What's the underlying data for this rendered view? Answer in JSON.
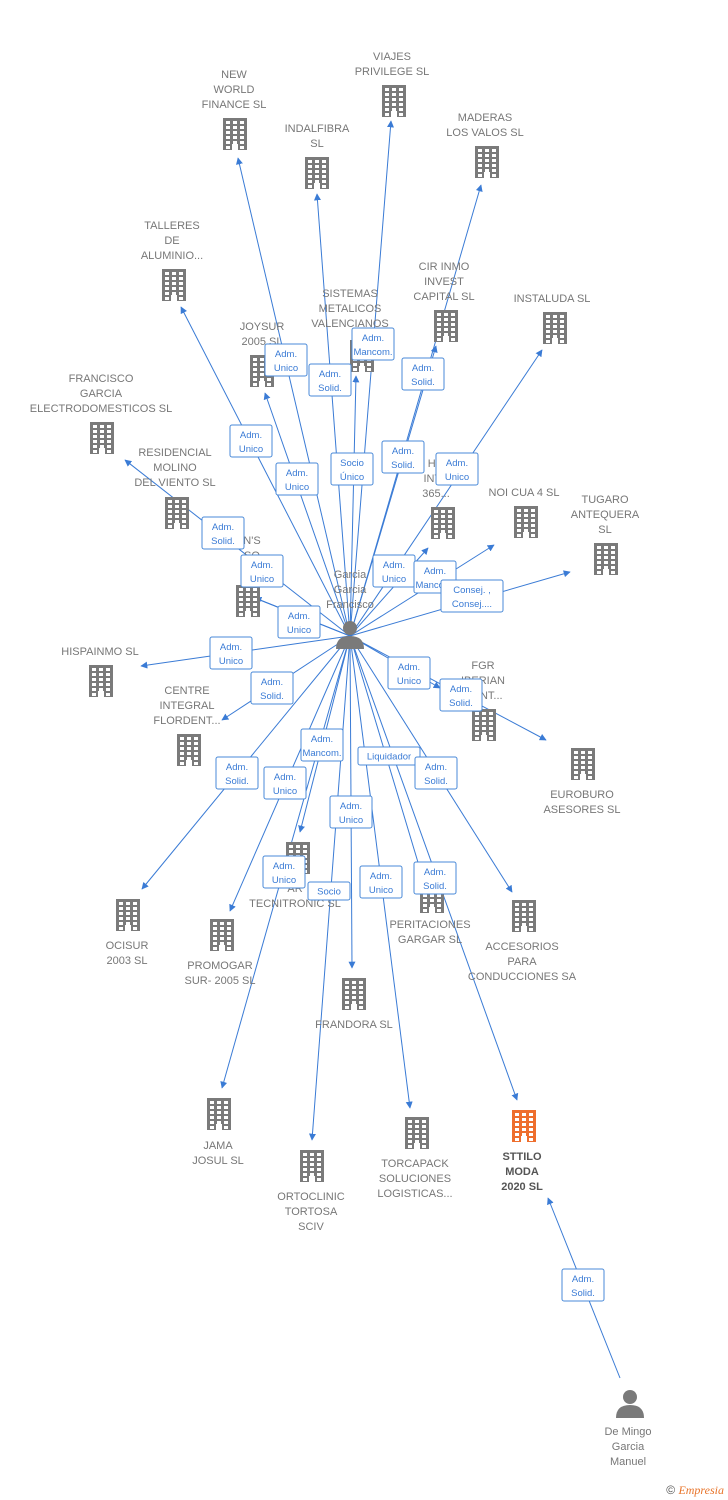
{
  "colors": {
    "edge": "#3a7bd5",
    "building": "#7a7a7a",
    "highlight": "#ee6e2d",
    "person": "#7a7a7a"
  },
  "people": [
    {
      "id": "p1",
      "name": [
        "Garcia",
        "Garcia",
        "Francisco"
      ]
    },
    {
      "id": "p2",
      "name": [
        "De Mingo",
        "Garcia",
        "Manuel"
      ]
    }
  ],
  "companies": [
    {
      "id": "c1",
      "name": [
        "NEW",
        "WORLD",
        "FINANCE SL"
      ]
    },
    {
      "id": "c2",
      "name": [
        "VIAJES",
        "PRIVILEGE SL"
      ]
    },
    {
      "id": "c3",
      "name": [
        "INDALFIBRA",
        "SL"
      ]
    },
    {
      "id": "c4",
      "name": [
        "MADERAS",
        "LOS VALOS SL"
      ]
    },
    {
      "id": "c5",
      "name": [
        "TALLERES",
        "DE",
        "ALUMINIO..."
      ]
    },
    {
      "id": "c6",
      "name": [
        "CIR INMO",
        "INVEST",
        "CAPITAL  SL"
      ]
    },
    {
      "id": "c7",
      "name": [
        "SISTEMAS",
        "METALICOS",
        "VALENCIANOS"
      ]
    },
    {
      "id": "c8",
      "name": [
        "INSTALUDA SL"
      ]
    },
    {
      "id": "c9",
      "name": [
        "JOYSUR",
        "2005  SL"
      ]
    },
    {
      "id": "c10",
      "name": [
        "FRANCISCO",
        "GARCIA",
        "ELECTRODOMESTICOS SL"
      ]
    },
    {
      "id": "c11",
      "name": [
        "RESIDENCIAL",
        "MOLINO",
        "DEL VIENTO SL"
      ]
    },
    {
      "id": "c12",
      "name": [
        "HO",
        "INTE",
        "365..."
      ]
    },
    {
      "id": "c13",
      "name": [
        "NOI CUA 4  SL"
      ]
    },
    {
      "id": "c14",
      "name": [
        "TUGARO",
        "ANTEQUERA",
        "SL"
      ]
    },
    {
      "id": "c15",
      "name": [
        "N'S",
        "SO",
        "GR"
      ]
    },
    {
      "id": "c16",
      "name": [
        "HISPAINMO  SL"
      ]
    },
    {
      "id": "c17",
      "name": [
        "CENTRE",
        "INTEGRAL",
        "FLORDENT..."
      ]
    },
    {
      "id": "c18",
      "name": [
        "FGR",
        "IBERIAN",
        "MENT..."
      ]
    },
    {
      "id": "c19",
      "name": [
        "EUROBURO",
        "ASESORES SL"
      ]
    },
    {
      "id": "c20",
      "name": [
        "AR",
        "TECNITRONIC SL"
      ]
    },
    {
      "id": "c21",
      "name": [
        "PERITACIONES",
        "GARGAR SL"
      ]
    },
    {
      "id": "c22",
      "name": [
        "ACCESORIOS",
        "PARA",
        "CONDUCCIONES SA"
      ]
    },
    {
      "id": "c23",
      "name": [
        "OCISUR",
        "2003  SL"
      ]
    },
    {
      "id": "c24",
      "name": [
        "PROMOGAR",
        "SUR- 2005  SL"
      ]
    },
    {
      "id": "c25",
      "name": [
        "FRANDORA SL"
      ]
    },
    {
      "id": "c26",
      "name": [
        "JAMA",
        "JOSUL SL"
      ]
    },
    {
      "id": "c27",
      "name": [
        "ORTOCLINIC",
        "TORTOSA",
        "SCIV"
      ]
    },
    {
      "id": "c28",
      "name": [
        "TORCAPACK",
        "SOLUCIONES",
        "LOGISTICAS..."
      ]
    },
    {
      "id": "c29",
      "name": [
        "STTILO",
        "MODA",
        "2020  SL"
      ],
      "highlight": true
    }
  ],
  "relations": [
    {
      "from": "p1",
      "to": "c1",
      "label": [
        "Adm.",
        "Unico"
      ]
    },
    {
      "from": "p1",
      "to": "c2",
      "label": [
        "Adm.",
        "Mancom."
      ]
    },
    {
      "from": "p1",
      "to": "c3",
      "label": [
        "Adm.",
        "Solid."
      ]
    },
    {
      "from": "p1",
      "to": "c4",
      "label": [
        "Adm.",
        "Solid."
      ]
    },
    {
      "from": "p1",
      "to": "c5",
      "label": [
        "Adm.",
        "Unico"
      ]
    },
    {
      "from": "p1",
      "to": "c6",
      "label": [
        "Adm.",
        "Solid."
      ]
    },
    {
      "from": "p1",
      "to": "c7",
      "label": [
        "Socio",
        "Único"
      ]
    },
    {
      "from": "p1",
      "to": "c8",
      "label": [
        "Adm.",
        "Unico"
      ]
    },
    {
      "from": "p1",
      "to": "c9",
      "label": [
        "Adm.",
        "Unico"
      ]
    },
    {
      "from": "p1",
      "to": "c11",
      "label": [
        "Adm.",
        "Solid."
      ]
    },
    {
      "from": "p1",
      "to": "c12",
      "label": [
        "Adm.",
        "Unico"
      ]
    },
    {
      "from": "p1",
      "to": "c13",
      "label": [
        "Adm.",
        "Mancom."
      ]
    },
    {
      "from": "p1",
      "to": "c14",
      "label": [
        "Adm.",
        "Unico"
      ]
    },
    {
      "from": "p1",
      "to": "c15",
      "label": [
        "Consej. ,",
        "Consej...."
      ]
    },
    {
      "from": "p1",
      "to": "c15",
      "label": [
        "Adm.",
        "Unico"
      ]
    },
    {
      "from": "p1",
      "to": "c16",
      "label": [
        "Adm.",
        "Unico"
      ]
    },
    {
      "from": "p1",
      "to": "c17",
      "label": [
        "Adm.",
        "Solid."
      ]
    },
    {
      "from": "p1",
      "to": "c18",
      "label": [
        "Adm.",
        "Unico"
      ]
    },
    {
      "from": "p1",
      "to": "c19",
      "label": [
        "Adm.",
        "Solid."
      ]
    },
    {
      "from": "p1",
      "to": "c20",
      "label": [
        "Adm.",
        "Mancom."
      ]
    },
    {
      "from": "p1",
      "to": "c21",
      "label": [
        "Liquidador"
      ]
    },
    {
      "from": "p1",
      "to": "c22",
      "label": [
        "Adm.",
        "Solid."
      ]
    },
    {
      "from": "p1",
      "to": "c23",
      "label": [
        "Adm.",
        "Solid."
      ]
    },
    {
      "from": "p1",
      "to": "c24",
      "label": [
        "Adm.",
        "Unico"
      ]
    },
    {
      "from": "p1",
      "to": "c25",
      "label": [
        "Adm.",
        "Unico"
      ]
    },
    {
      "from": "p1",
      "to": "c26",
      "label": [
        "Adm.",
        "Unico"
      ]
    },
    {
      "from": "p1",
      "to": "c27",
      "label": [
        "Socio"
      ]
    },
    {
      "from": "p1",
      "to": "c28",
      "label": [
        "Adm.",
        "Unico"
      ]
    },
    {
      "from": "p1",
      "to": "c29",
      "label": [
        "Adm.",
        "Solid."
      ]
    },
    {
      "from": "p2",
      "to": "c29",
      "label": [
        "Adm.",
        "Solid."
      ]
    }
  ],
  "footer": {
    "copyright": "©",
    "brand": "Empresia"
  }
}
